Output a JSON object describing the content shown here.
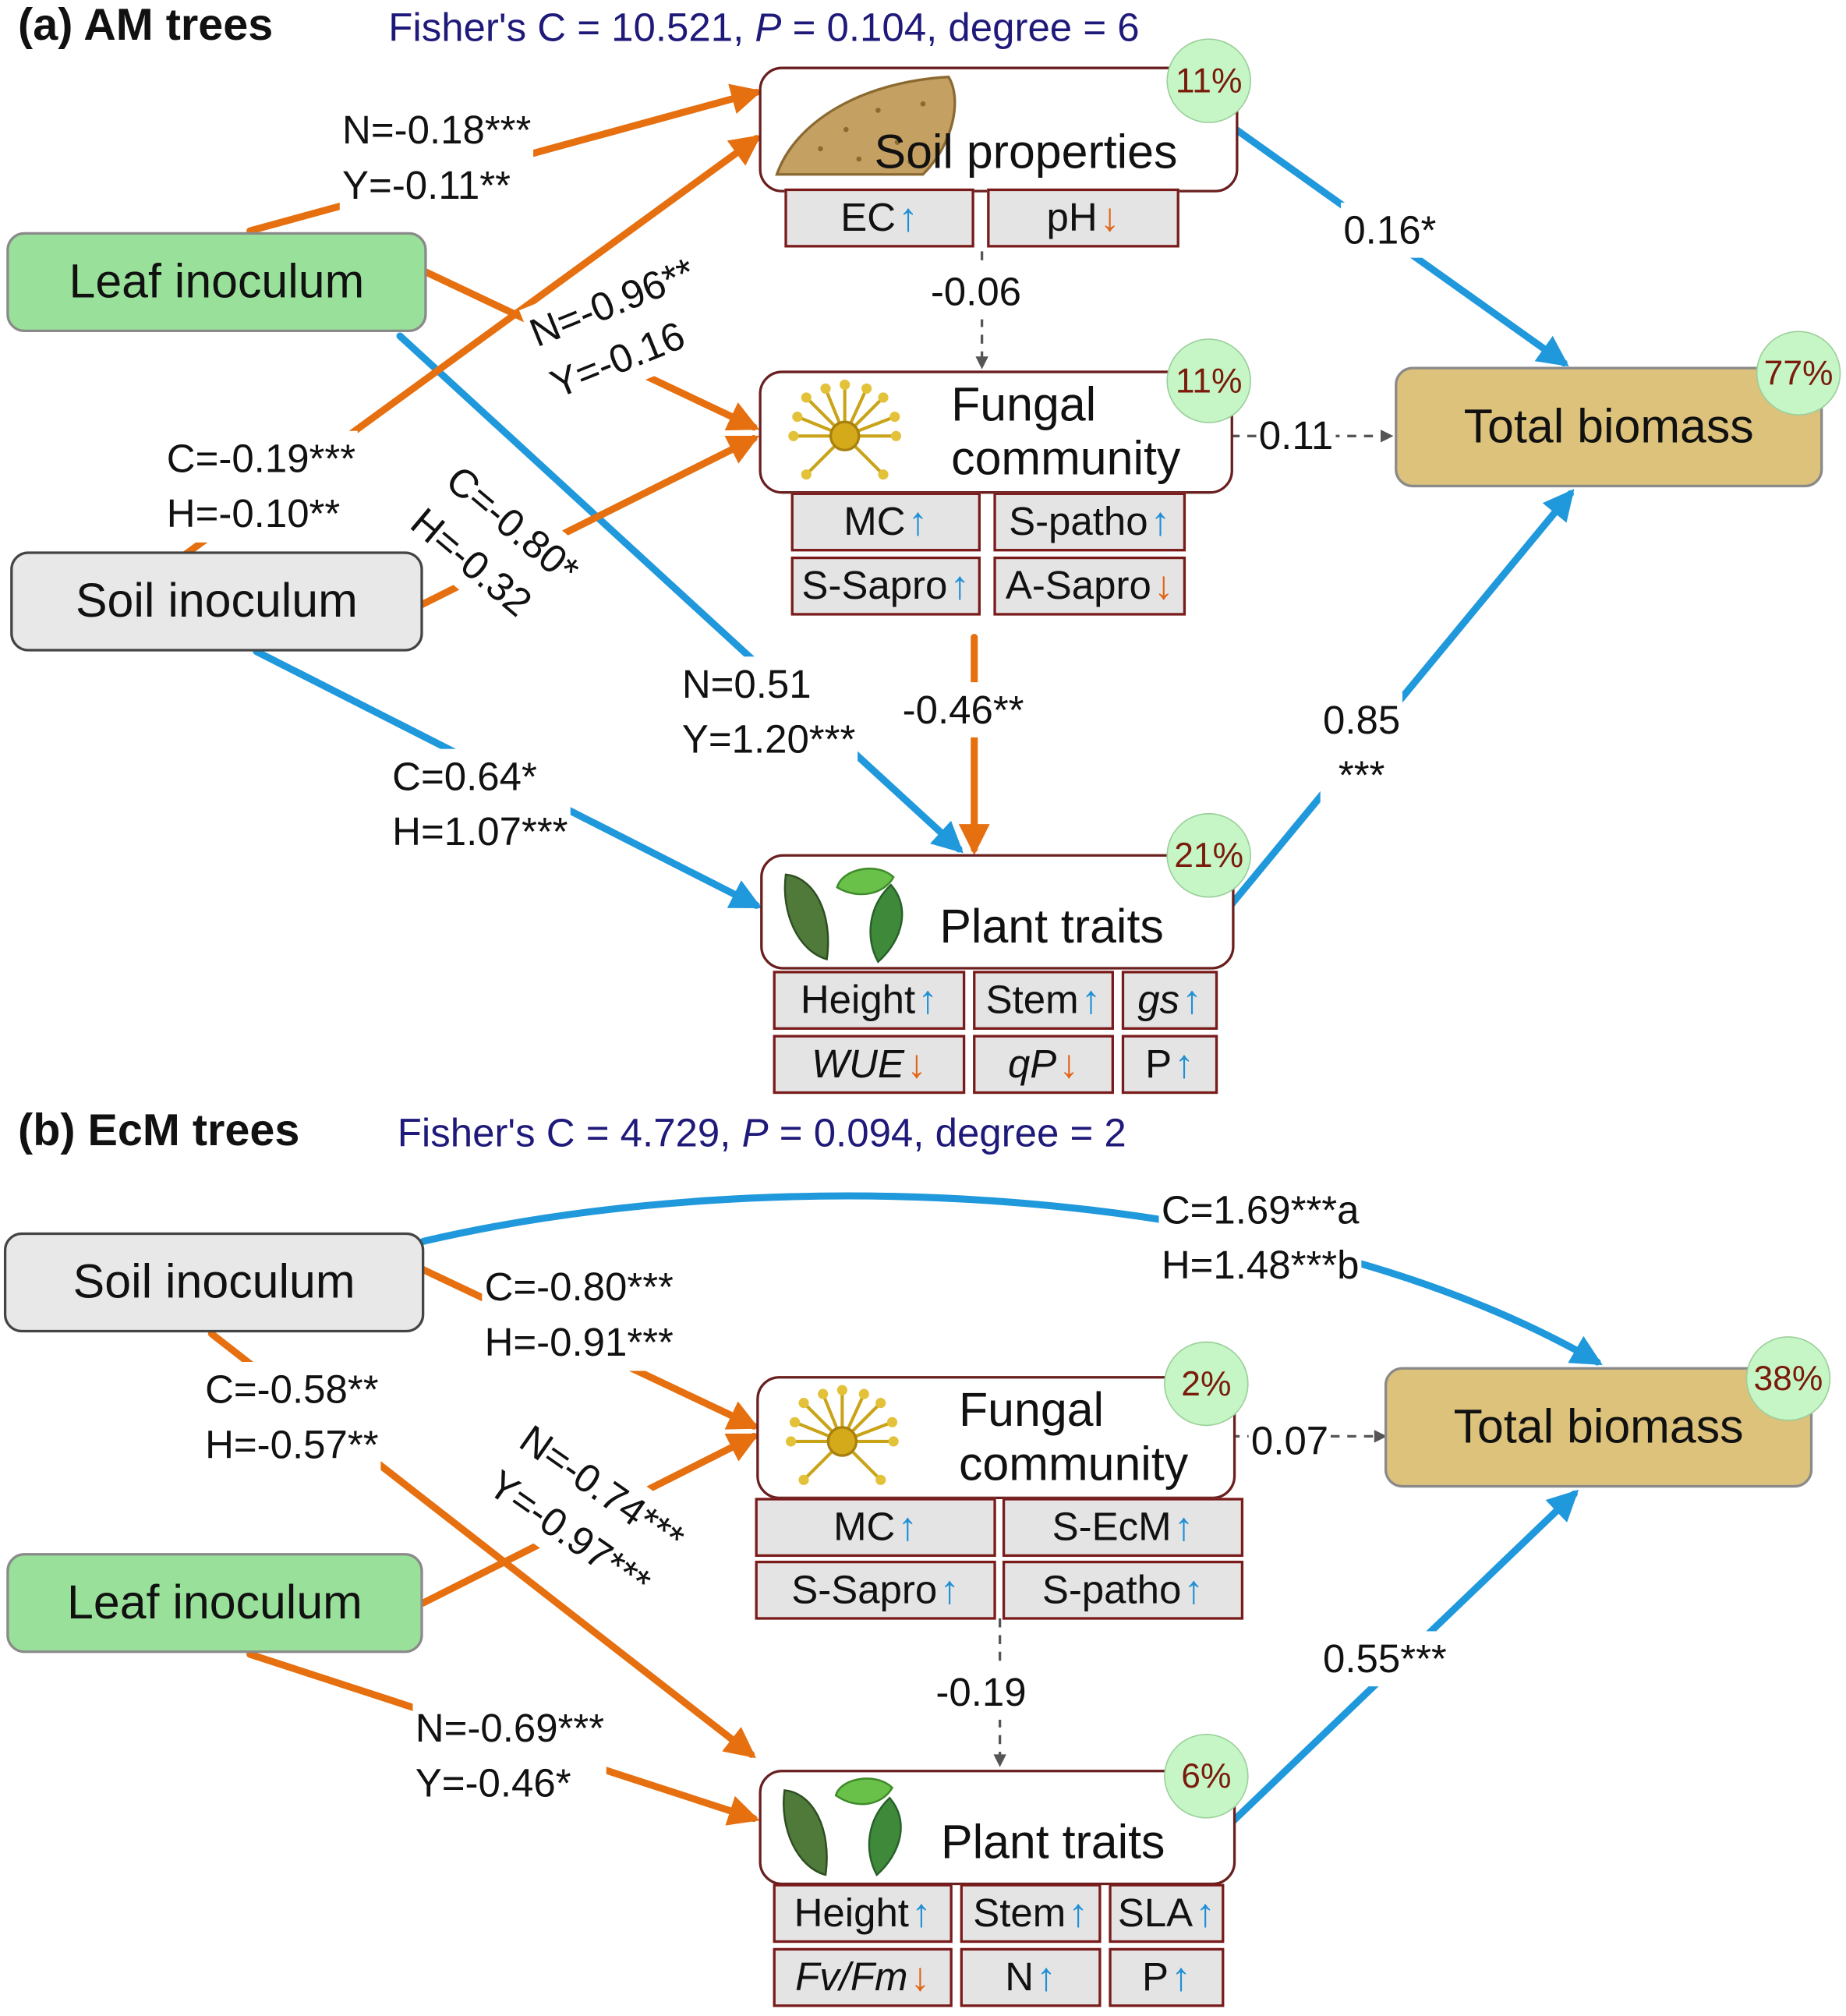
{
  "panel_a": {
    "title": "(a) AM trees",
    "fisher": {
      "prefix": "Fisher's C = 10.521, ",
      "p_symbol": "P",
      "suffix": " = 0.104, degree = 6"
    },
    "nodes": {
      "leaf_inoculum": "Leaf inoculum",
      "soil_inoculum": "Soil inoculum",
      "soil_properties": {
        "label": "Soil properties",
        "r2": "11%",
        "icon": "soil-mound-icon"
      },
      "fungal_community": {
        "label_line1": "Fungal",
        "label_line2": "community",
        "r2": "11%",
        "icon": "fungus-icon"
      },
      "plant_traits": {
        "label": "Plant traits",
        "r2": "21%",
        "icon": "leaves-icon"
      },
      "total_biomass": {
        "label": "Total biomass",
        "r2": "77%"
      }
    },
    "soil_indicators": [
      {
        "text": "EC",
        "dir": "↑"
      },
      {
        "text": "pH",
        "dir": "↓"
      }
    ],
    "fungal_indicators": [
      {
        "text": "MC",
        "dir": "↑"
      },
      {
        "text": "S-patho",
        "dir": "↑"
      },
      {
        "text": "S-Sapro",
        "dir": "↑"
      },
      {
        "text": "A-Sapro",
        "dir": "↓"
      }
    ],
    "plant_indicators": [
      {
        "text": "Height",
        "dir": "↑"
      },
      {
        "text": "Stem",
        "dir": "↑"
      },
      {
        "text": "gs",
        "dir": "↑"
      },
      {
        "text": "WUE",
        "dir": "↓"
      },
      {
        "text": "qP",
        "dir": "↓"
      },
      {
        "text": "P",
        "dir": "↑"
      }
    ],
    "paths": {
      "leaf_soilprops": [
        "N=-0.18***",
        "Y=-0.11**"
      ],
      "leaf_fungal": [
        "N=-0.96**",
        "Y=-0.16"
      ],
      "leaf_plant": [
        "N=0.51",
        "Y=1.20***"
      ],
      "soil_soilprops": [
        "C=-0.19***",
        "H=-0.10**"
      ],
      "soil_fungal": [
        "C=-0.80*",
        "H=-0.32"
      ],
      "soil_plant": [
        "C=0.64*",
        "H=1.07***"
      ],
      "soilprops_fungal": "-0.06",
      "soilprops_total": "0.16*",
      "fungal_total": "0.11",
      "fungal_plant": "-0.46**",
      "plant_total": [
        "0.85",
        "***"
      ]
    }
  },
  "panel_b": {
    "title": "(b) EcM trees",
    "fisher": {
      "prefix": "Fisher's C = 4.729, ",
      "p_symbol": "P",
      "suffix": " = 0.094, degree = 2"
    },
    "nodes": {
      "soil_inoculum": "Soil inoculum",
      "leaf_inoculum": "Leaf inoculum",
      "fungal_community": {
        "label_line1": "Fungal",
        "label_line2": "community",
        "r2": "2%",
        "icon": "fungus-icon"
      },
      "plant_traits": {
        "label": "Plant traits",
        "r2": "6%",
        "icon": "leaves-icon"
      },
      "total_biomass": {
        "label": "Total biomass",
        "r2": "38%"
      }
    },
    "fungal_indicators": [
      {
        "text": "MC",
        "dir": "↑"
      },
      {
        "text": "S-EcM",
        "dir": "↑"
      },
      {
        "text": "S-Sapro",
        "dir": "↑"
      },
      {
        "text": "S-patho",
        "dir": "↑"
      }
    ],
    "plant_indicators": [
      {
        "text": "Height",
        "dir": "↑"
      },
      {
        "text": "Stem",
        "dir": "↑"
      },
      {
        "text": "SLA",
        "dir": "↑"
      },
      {
        "text": "Fv/Fm",
        "dir": "↓"
      },
      {
        "text": "N",
        "dir": "↑"
      },
      {
        "text": "P",
        "dir": "↑"
      }
    ],
    "paths": {
      "soil_total": [
        "C=1.69***a",
        "H=1.48***b"
      ],
      "soil_fungal": [
        "C=-0.80***",
        "H=-0.91***"
      ],
      "soil_plant": [
        "C=-0.58**",
        "H=-0.57**"
      ],
      "leaf_fungal": [
        "N=-0.74***",
        "Y=-0.97***"
      ],
      "leaf_plant": [
        "N=-0.69***",
        "Y=-0.46*"
      ],
      "fungal_total": "0.07",
      "fungal_plant": "-0.19",
      "plant_total": "0.55***"
    }
  },
  "colors": {
    "positive": "#1f98dc",
    "negative": "#e66f0f",
    "nonsignificant": "#555555"
  }
}
